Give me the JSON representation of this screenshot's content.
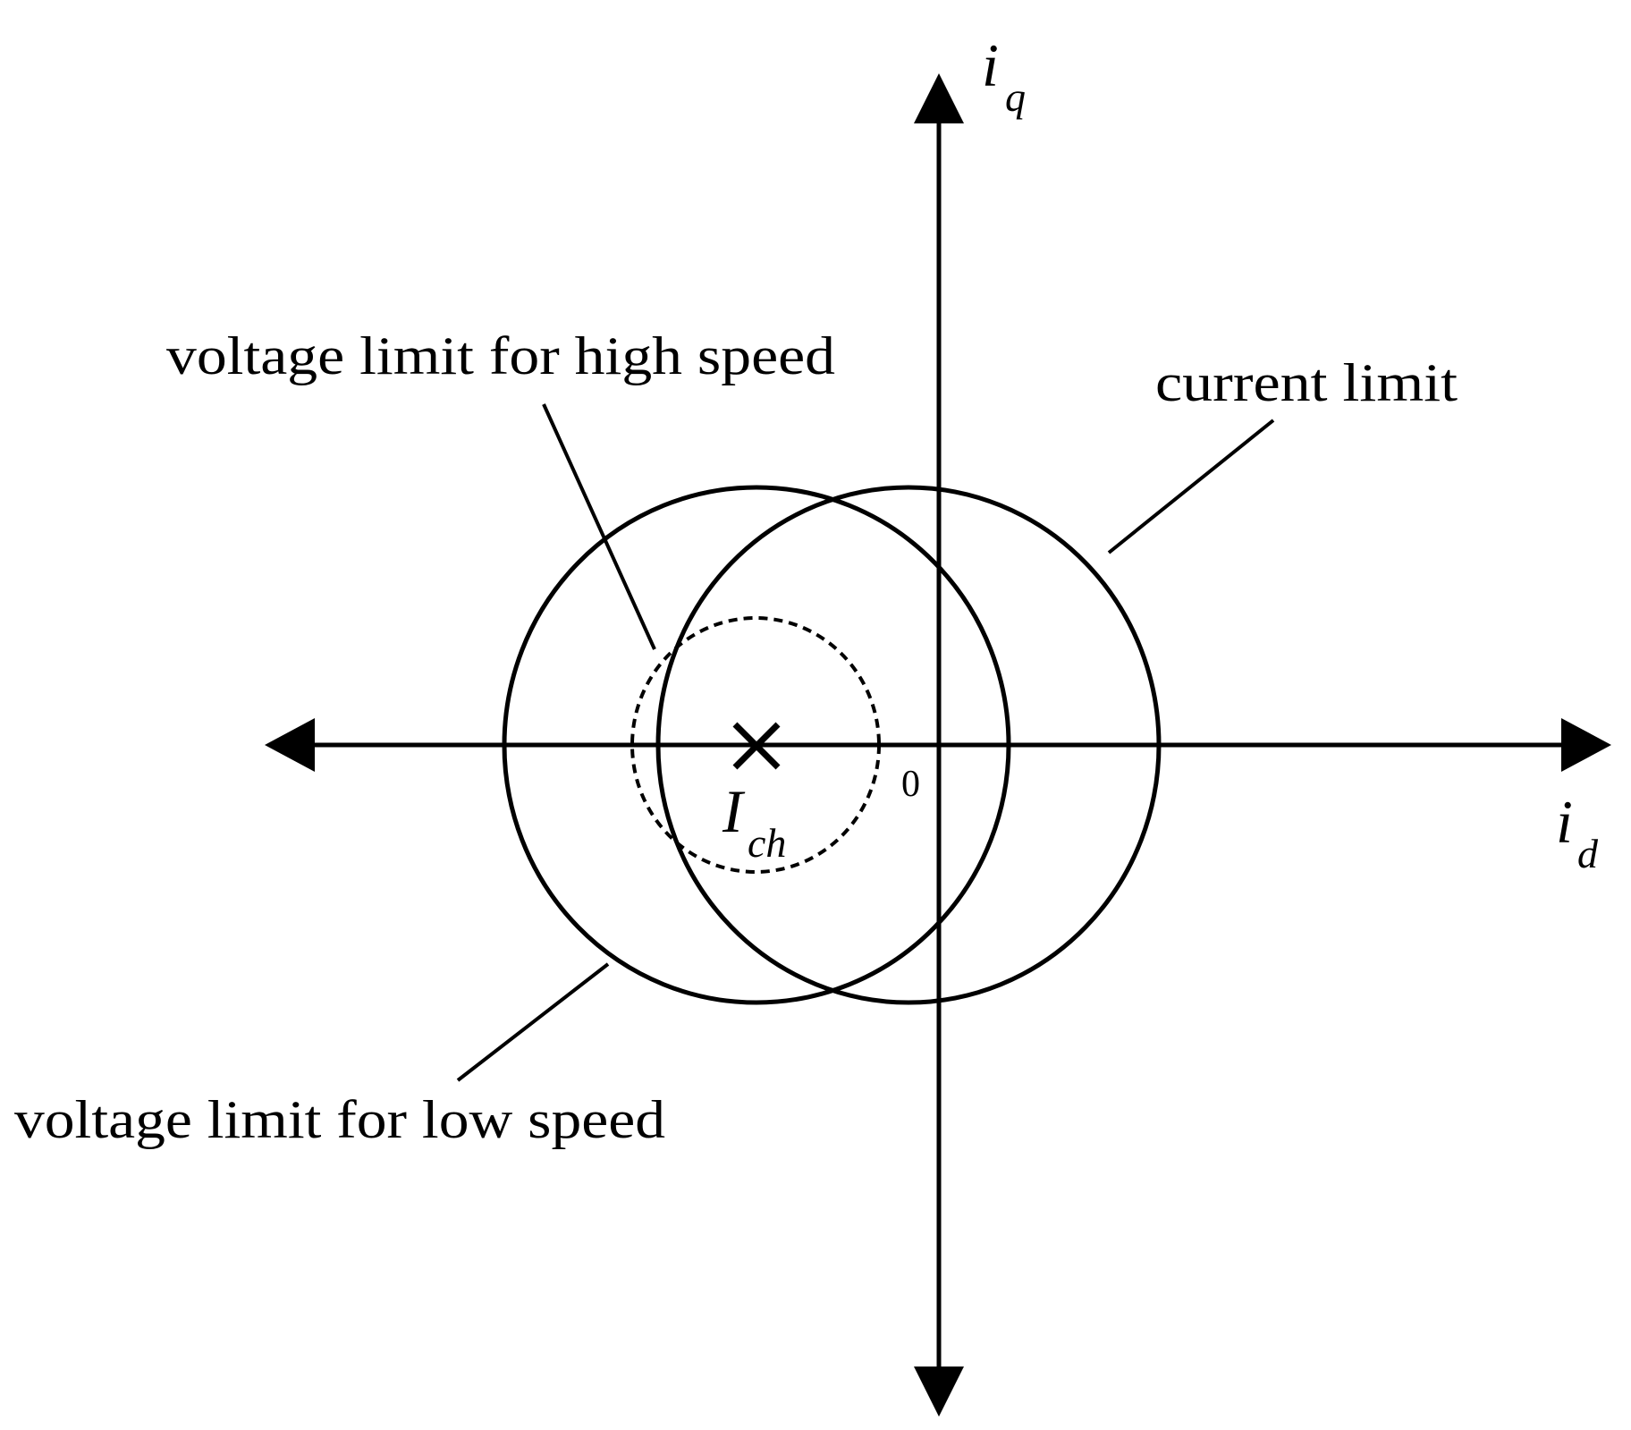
{
  "axes": {
    "x_label_main": "i",
    "x_label_sub": "d",
    "y_label_main": "i",
    "y_label_sub": "q",
    "origin_label": "0"
  },
  "point": {
    "label_main": "I",
    "label_sub": "ch"
  },
  "curves": {
    "voltage_high_label": "voltage limit for high speed",
    "current_limit_label": "current limit",
    "voltage_low_label": "voltage limit for low speed"
  },
  "colors": {
    "stroke": "#000000",
    "background": "#ffffff"
  }
}
